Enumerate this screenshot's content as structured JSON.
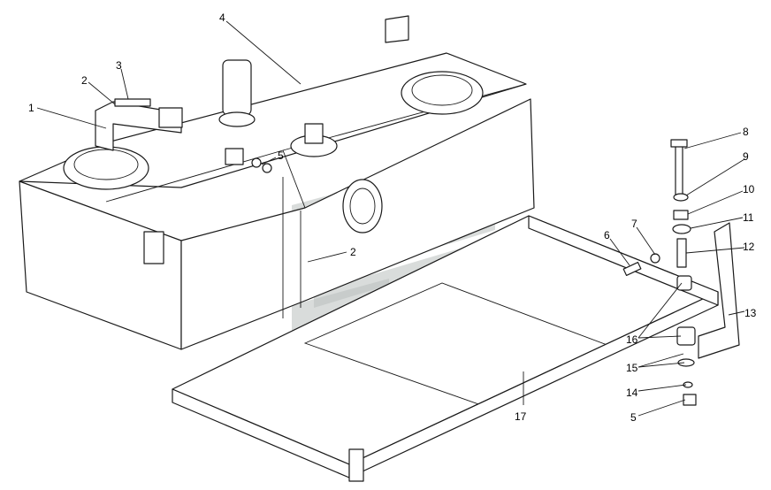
{
  "callouts": [
    {
      "id": "c1",
      "label": "1"
    },
    {
      "id": "c2",
      "label": "2"
    },
    {
      "id": "c2b",
      "label": "2"
    },
    {
      "id": "c3",
      "label": "3"
    },
    {
      "id": "c4",
      "label": "4"
    },
    {
      "id": "c5",
      "label": "5"
    },
    {
      "id": "c5b",
      "label": "5"
    },
    {
      "id": "c6",
      "label": "6"
    },
    {
      "id": "c7",
      "label": "7"
    },
    {
      "id": "c8",
      "label": "8"
    },
    {
      "id": "c9",
      "label": "9"
    },
    {
      "id": "c10",
      "label": "10"
    },
    {
      "id": "c11",
      "label": "11"
    },
    {
      "id": "c12",
      "label": "12"
    },
    {
      "id": "c13",
      "label": "13"
    },
    {
      "id": "c14",
      "label": "14"
    },
    {
      "id": "c15",
      "label": "15"
    },
    {
      "id": "c16",
      "label": "16"
    },
    {
      "id": "c17",
      "label": "17"
    }
  ],
  "colors": {
    "line": "#1a1a1a",
    "watermark": "#b9bfbd",
    "background": "#ffffff"
  }
}
